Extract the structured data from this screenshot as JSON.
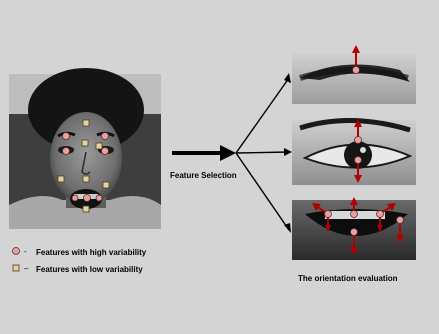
{
  "colors": {
    "background": "#d4d4d4",
    "high_marker": "#e7a1a1",
    "low_marker": "#e3d3a3",
    "arrow": "#b00000"
  },
  "labels": {
    "feature_selection": "Feature Selection",
    "orientation_evaluation": "The orientation evaluation"
  },
  "legend": [
    {
      "marker": "circle",
      "dash": "-",
      "text": "Features with high variability"
    },
    {
      "marker": "square",
      "dash": "–",
      "text": "Features with low variability"
    }
  ]
}
